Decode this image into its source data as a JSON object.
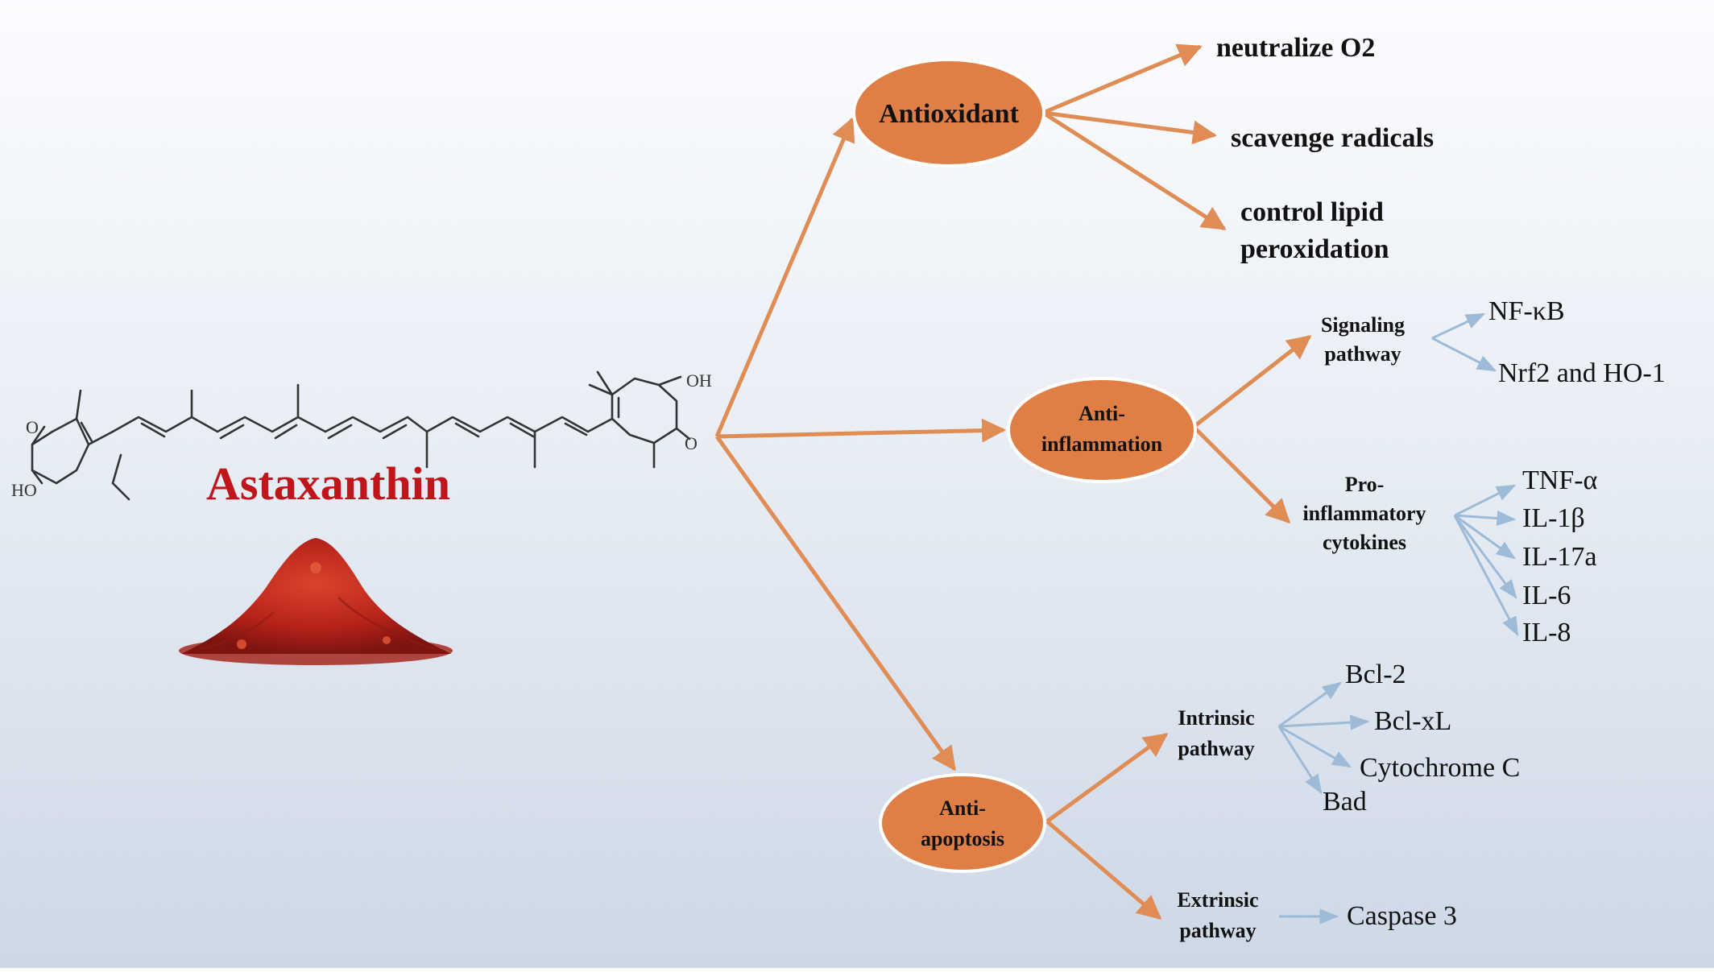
{
  "molecule": {
    "name": "Astaxanthin",
    "groups": {
      "oh_right": "OH",
      "o_right": "O",
      "o_left": "O",
      "ho_left": "HO"
    }
  },
  "nodes": {
    "antioxidant": {
      "label": "Antioxidant",
      "effects": [
        "neutralize O2",
        "scavenge radicals",
        "control lipid",
        "peroxidation"
      ]
    },
    "anti_inflammation": {
      "label_line1": "Anti-",
      "label_line2": "inflammation",
      "signaling": {
        "line1": "Signaling",
        "line2": "pathway",
        "targets": [
          "NF-κB",
          "Nrf2 and HO-1"
        ]
      },
      "cytokines": {
        "line1": "Pro-",
        "line2": "inflammatory",
        "line3": "cytokines",
        "targets": [
          "TNF-α",
          "IL-1β",
          "IL-17a",
          "IL-6",
          "IL-8"
        ]
      }
    },
    "anti_apoptosis": {
      "label_line1": "Anti-",
      "label_line2": "apoptosis",
      "intrinsic": {
        "line1": "Intrinsic",
        "line2": "pathway",
        "targets": [
          "Bcl-2",
          "Bcl-xL",
          "Cytochrome C",
          "Bad"
        ]
      },
      "extrinsic": {
        "line1": "Extrinsic",
        "line2": "pathway",
        "targets": [
          "Caspase 3"
        ]
      }
    }
  },
  "colors": {
    "orange_node": "#e07f45",
    "orange_arrow": "#e08c55",
    "blue_arrow": "#9dbad6",
    "title_red": "#c0161b",
    "powder": "#c0281c"
  }
}
